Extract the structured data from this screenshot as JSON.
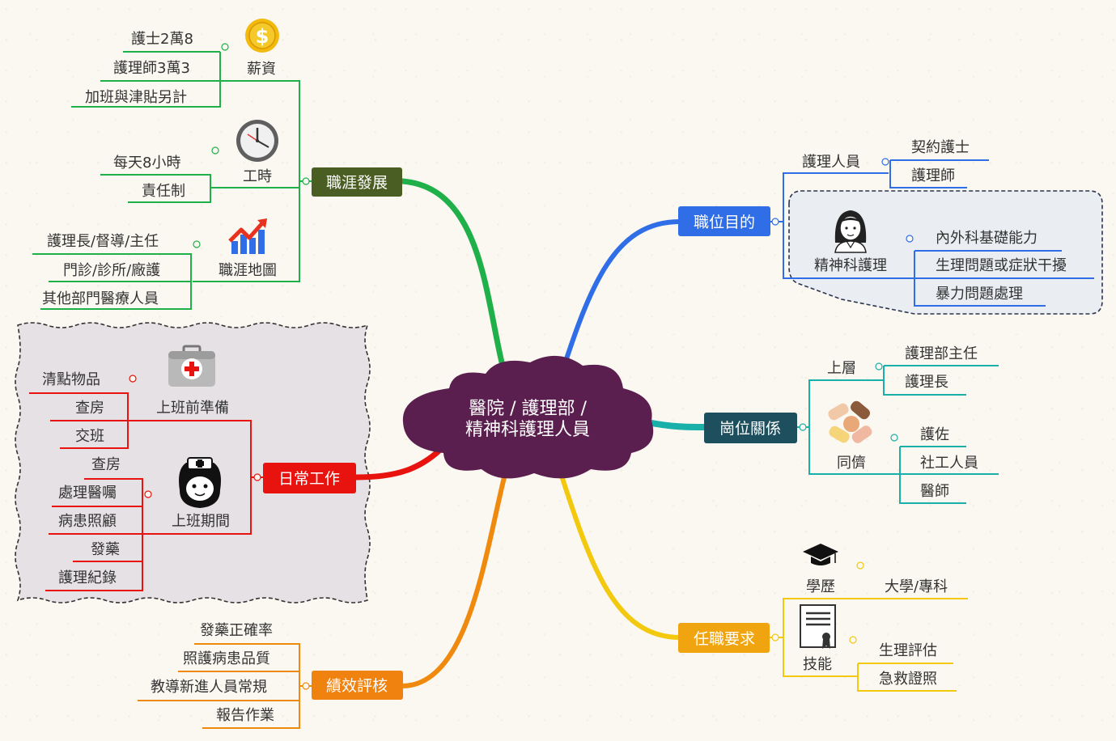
{
  "center": {
    "line1": "醫院 / 護理部 /",
    "line2": "精神科護理人員"
  },
  "colors": {
    "career": "#4a5e23",
    "daily": "#e8120e",
    "perf": "#f0820f",
    "purpose": "#2f6ee6",
    "relation": "#1e4f5e",
    "require": "#f0a40f",
    "center": "#5a1f4f",
    "lineGreen": "#1fb04a",
    "lineRed": "#e8120e",
    "lineOrange": "#f08a0f",
    "lineBlue": "#2f6ee6",
    "lineTeal": "#18b0a8",
    "lineYellow": "#f2c90e"
  },
  "career": {
    "label": "職涯發展",
    "salary": {
      "label": "薪資",
      "items": [
        "護士2萬8",
        "護理師3萬3",
        "加班與津貼另計"
      ]
    },
    "hours": {
      "label": "工時",
      "items": [
        "每天8小時",
        "責任制"
      ]
    },
    "path": {
      "label": "職涯地圖",
      "items": [
        "護理長/督導/主任",
        "門診/診所/廠護",
        "其他部門醫療人員"
      ]
    }
  },
  "daily": {
    "label": "日常工作",
    "prep": {
      "label": "上班前準備",
      "items": [
        "清點物品",
        "查房",
        "交班"
      ]
    },
    "shift": {
      "label": "上班期間",
      "items": [
        "查房",
        "處理醫囑",
        "病患照顧",
        "發藥",
        "護理紀錄"
      ]
    }
  },
  "perf": {
    "label": "績效評核",
    "items": [
      "發藥正確率",
      "照護病患品質",
      "教導新進人員常規",
      "報告作業"
    ]
  },
  "purpose": {
    "label": "職位目的",
    "staff": {
      "label": "護理人員",
      "items": [
        "契約護士",
        "護理師"
      ]
    },
    "psych": {
      "label": "精神科護理",
      "items": [
        "內外科基礎能力",
        "生理問題或症狀干擾",
        "暴力問題處理"
      ]
    }
  },
  "relation": {
    "label": "崗位關係",
    "upper": {
      "label": "上層",
      "items": [
        "護理部主任",
        "護理長"
      ]
    },
    "peer": {
      "label": "同儕",
      "items": [
        "護佐",
        "社工人員",
        "醫師"
      ]
    }
  },
  "require": {
    "label": "任職要求",
    "edu": {
      "label": "學歷",
      "items": [
        "大學/專科"
      ]
    },
    "skill": {
      "label": "技能",
      "items": [
        "生理評估",
        "急救證照"
      ]
    }
  }
}
